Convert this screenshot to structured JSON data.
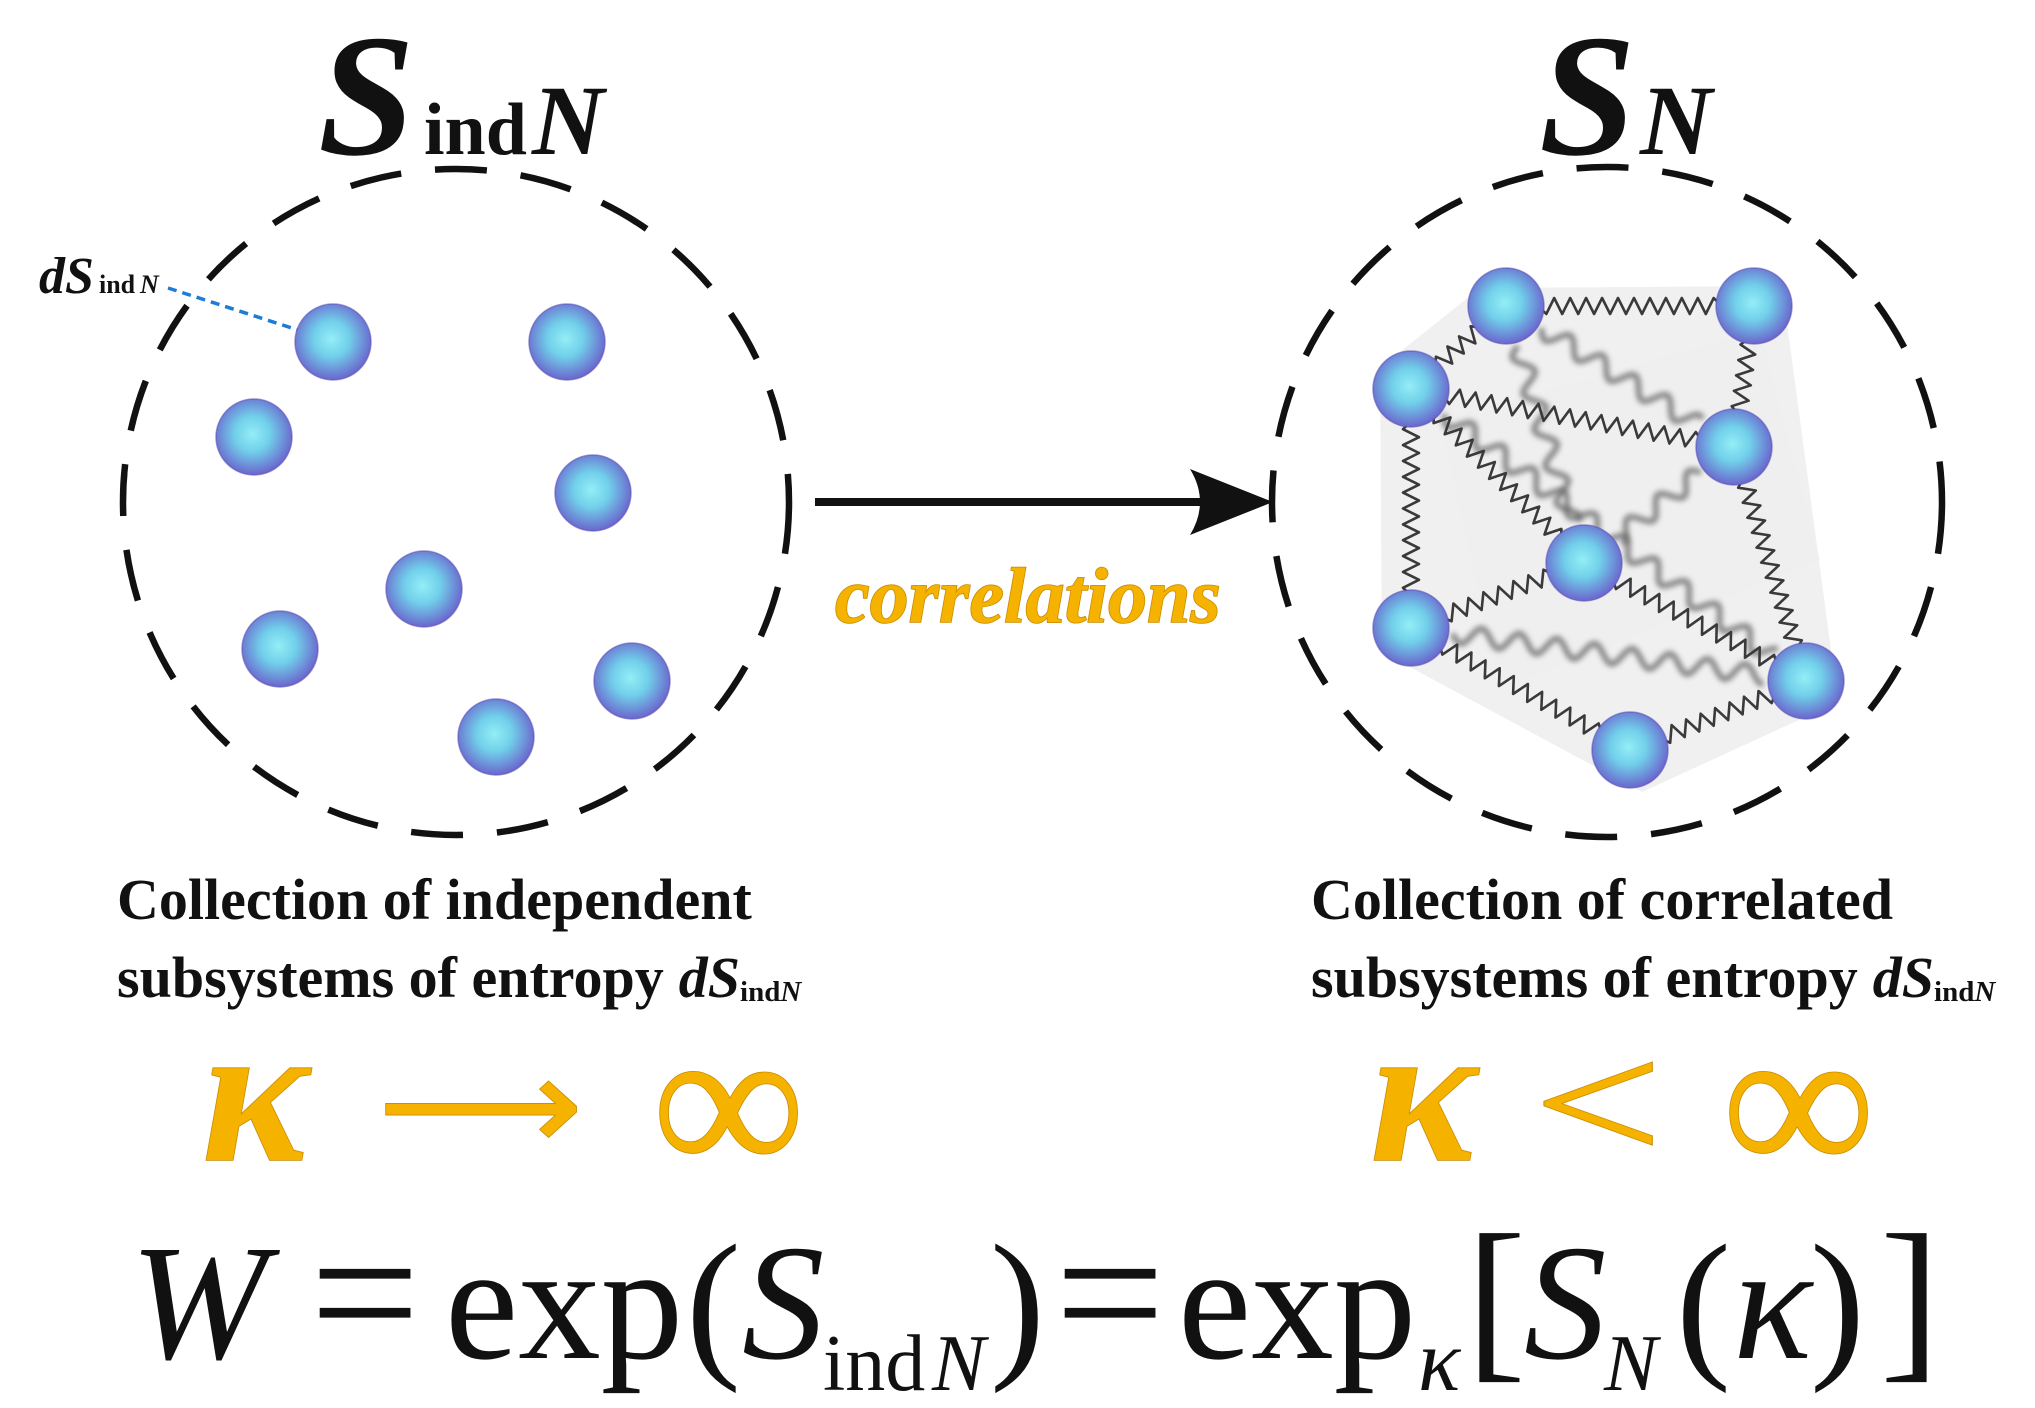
{
  "left_panel": {
    "title": {
      "symbol": "S",
      "sub_ind": "ind",
      "sub_n": "N"
    },
    "subsystem_label": {
      "symbol": "dS",
      "sub_ind": "ind",
      "sub_n": "N"
    },
    "caption": {
      "line1": "Collection of independent",
      "line2": "subsystems of entropy",
      "symbol": "dS",
      "sub_ind": "ind",
      "sub_n": "N"
    },
    "limit": {
      "kappa": "κ",
      "relation": "⟶",
      "value": "∞"
    }
  },
  "transition": {
    "label": "correlations"
  },
  "right_panel": {
    "title": {
      "symbol": "S",
      "sub_n": "N"
    },
    "caption": {
      "line1": "Collection of correlated",
      "line2": "subsystems of entropy",
      "symbol": "dS",
      "sub_ind": "ind",
      "sub_n": "N"
    },
    "limit": {
      "kappa": "κ",
      "relation": "<",
      "value": "∞"
    }
  },
  "formula": {
    "lhs": "W",
    "eq1": "=",
    "exp1": "exp",
    "lparen1": "(",
    "s1": "S",
    "s1_sub_ind": "ind",
    "s1_sub_n": "N",
    "rparen1": ")",
    "eq2": "=",
    "exp2": "exp",
    "exp2_sub": "κ",
    "lbracket": "[",
    "s2": "S",
    "s2_sub": "N",
    "lparen2": "(",
    "kappa": "κ",
    "rparen2": ")",
    "rbracket": "]"
  },
  "colors": {
    "accent": "#F5B300",
    "accent_outline": "#C98A00",
    "sphere_core": "#93EEF6",
    "sphere_mid": "#71CFEA",
    "sphere_edge": "#6A5FCB",
    "sphere_rim": "#5B52B8",
    "subsystem_link": "#1E7BD6",
    "spring": "#3A3A3A",
    "spring_soft": "#666666"
  }
}
